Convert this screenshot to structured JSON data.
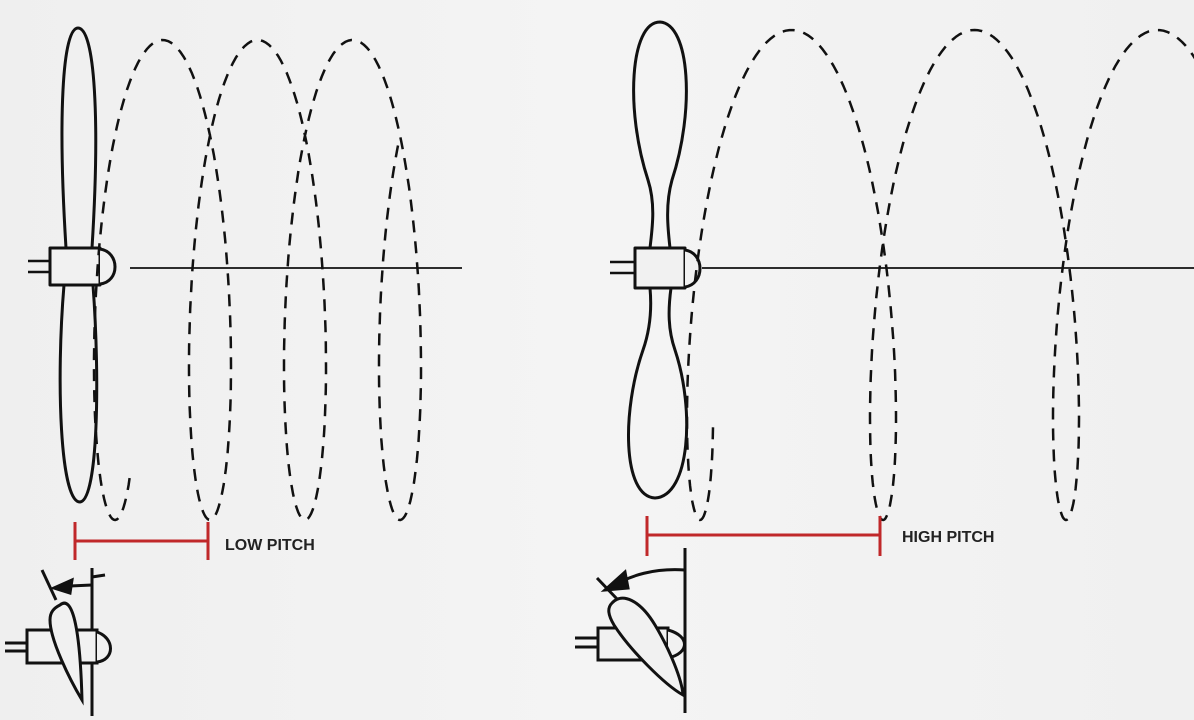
{
  "labels": {
    "low_pitch": "LOW PITCH",
    "high_pitch": "HIGH PITCH"
  },
  "colors": {
    "line": "#111111",
    "pitch_marker": "#c0282a",
    "background": "#f1f1f1"
  },
  "helices": [
    {
      "name": "low-pitch-helix",
      "turns": 3.35
    },
    {
      "name": "high-pitch-helix",
      "turns": 2.9
    }
  ]
}
